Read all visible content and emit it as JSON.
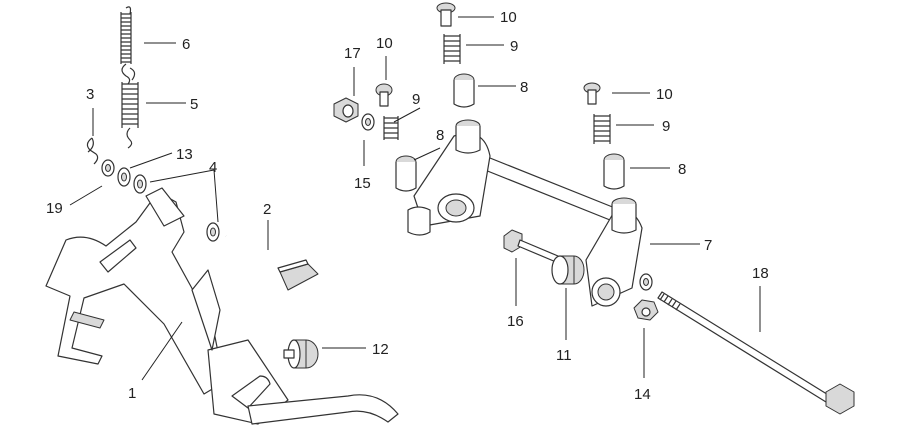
{
  "diagram": {
    "callouts": [
      {
        "id": "label-1",
        "text": "1"
      },
      {
        "id": "label-2",
        "text": "2"
      },
      {
        "id": "label-3",
        "text": "3"
      },
      {
        "id": "label-4",
        "text": "4"
      },
      {
        "id": "label-5",
        "text": "5"
      },
      {
        "id": "label-6",
        "text": "6"
      },
      {
        "id": "label-7",
        "text": "7"
      },
      {
        "id": "label-8a",
        "text": "8"
      },
      {
        "id": "label-8b",
        "text": "8"
      },
      {
        "id": "label-8c",
        "text": "8"
      },
      {
        "id": "label-9a",
        "text": "9"
      },
      {
        "id": "label-9b",
        "text": "9"
      },
      {
        "id": "label-9c",
        "text": "9"
      },
      {
        "id": "label-10a",
        "text": "10"
      },
      {
        "id": "label-10b",
        "text": "10"
      },
      {
        "id": "label-10c",
        "text": "10"
      },
      {
        "id": "label-11",
        "text": "11"
      },
      {
        "id": "label-12",
        "text": "12"
      },
      {
        "id": "label-13",
        "text": "13"
      },
      {
        "id": "label-14",
        "text": "14"
      },
      {
        "id": "label-15",
        "text": "15"
      },
      {
        "id": "label-16",
        "text": "16"
      },
      {
        "id": "label-17",
        "text": "17"
      },
      {
        "id": "label-18",
        "text": "18"
      },
      {
        "id": "label-19",
        "text": "19"
      }
    ]
  }
}
